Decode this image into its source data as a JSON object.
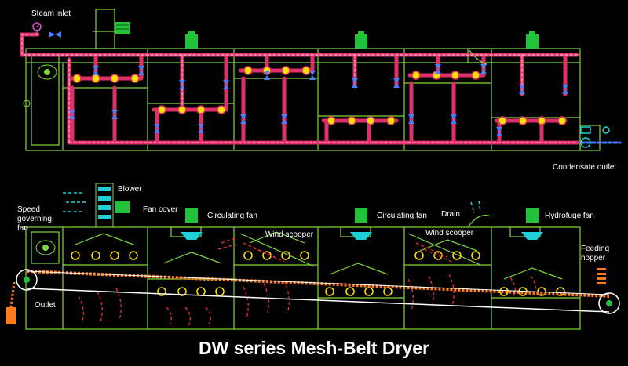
{
  "title": "DW series Mesh-Belt Dryer",
  "labels": {
    "steam_inlet": "Steam inlet",
    "condensate_outlet": "Condensate outlet",
    "blower": "Blower",
    "speed_line1": "Speed",
    "speed_line2": "governing",
    "speed_line3": "fan",
    "fan_cover": "Fan cover",
    "circulating_fan_1": "Circulating fan",
    "circulating_fan_2": "Circulating fan",
    "drain": "Drain",
    "hydrofuge_fan": "Hydrofuge fan",
    "wind_scooper_1": "Wind scooper",
    "wind_scooper_2": "Wind scooper",
    "feeding_line1": "Feeding",
    "feeding_line2": "hopper",
    "outlet": "Outlet"
  },
  "colors": {
    "frame": "#7fd83a",
    "steam_pipe": "#e0306a",
    "steam_pipe_dash": "#ff9cc7",
    "motor": "#22c23a",
    "fan": "#20d0d8",
    "valve": "#4a7dff",
    "roller": "#ffe000",
    "belt": "#ff7a1a",
    "airflow": "#ff3030",
    "text": "#ffffff"
  }
}
